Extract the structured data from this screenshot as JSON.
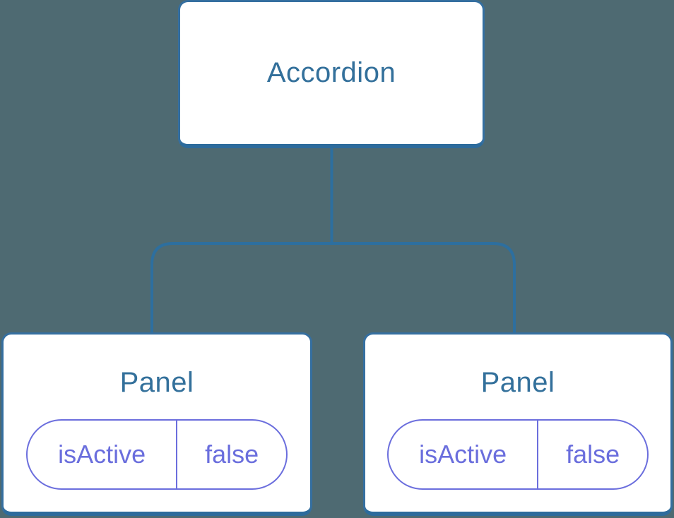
{
  "diagram": {
    "type": "component-tree",
    "colors": {
      "bg": "#4e6a72",
      "node-border": "#356fa0",
      "node-border-bottom": "#2d6b9c",
      "node-fill": "#ffffff",
      "label": "#33709b",
      "connector": "#2d6f9f",
      "pill": "#6b6edd",
      "pill-text": "#6a6edd"
    },
    "root": {
      "label": "Accordion"
    },
    "children": [
      {
        "label": "Panel",
        "state": {
          "key": "isActive",
          "value": "false"
        }
      },
      {
        "label": "Panel",
        "state": {
          "key": "isActive",
          "value": "false"
        }
      }
    ]
  }
}
